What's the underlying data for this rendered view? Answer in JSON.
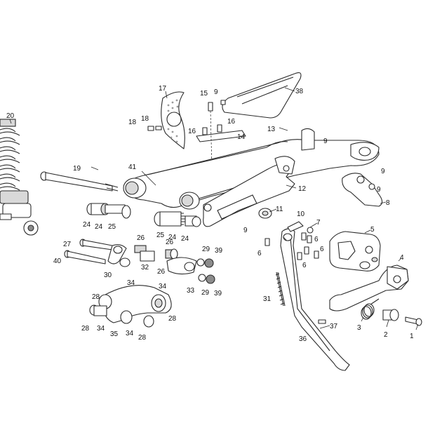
{
  "callouts": {
    "c1": "1",
    "c2": "2",
    "c3": "3",
    "c4": "4",
    "c5": "5",
    "c6a": "6",
    "c6b": "6",
    "c6c": "6",
    "c6d": "6",
    "c7": "7",
    "c8": "8",
    "c9a": "9",
    "c9b": "9",
    "c9c": "9",
    "c9d": "9",
    "c9e": "9",
    "c10": "10",
    "c11": "11",
    "c12": "12",
    "c13": "13",
    "c14": "14",
    "c15": "15",
    "c16a": "16",
    "c16b": "16",
    "c17": "17",
    "c18a": "18",
    "c18b": "18",
    "c19": "19",
    "c20": "20",
    "c24a": "24",
    "c24b": "24",
    "c24c": "24",
    "c24d": "24",
    "c25a": "25",
    "c25b": "25",
    "c26a": "26",
    "c26b": "26",
    "c26c": "26",
    "c27": "27",
    "c28a": "28",
    "c28b": "28",
    "c28c": "28",
    "c28d": "28",
    "c29a": "29",
    "c29b": "29",
    "c30": "30",
    "c31": "31",
    "c32": "32",
    "c33": "33",
    "c34a": "34",
    "c34b": "34",
    "c34c": "34",
    "c34d": "34",
    "c35": "35",
    "c36": "36",
    "c37": "37",
    "c38": "38",
    "c39a": "39",
    "c39b": "39",
    "c40": "40",
    "c41": "41"
  }
}
